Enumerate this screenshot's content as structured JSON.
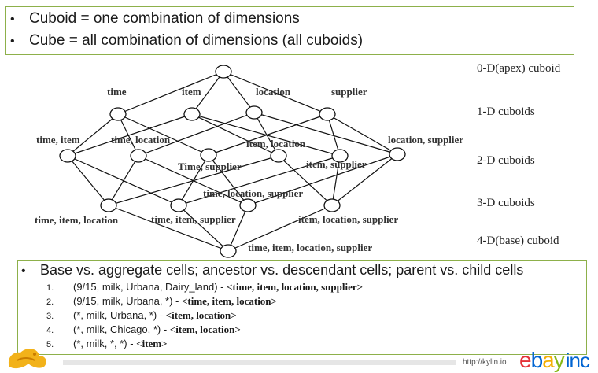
{
  "top_bullets": [
    "Cuboid = one combination of dimensions",
    "Cube = all combination of dimensions  (all cuboids)"
  ],
  "bullet_glyph": "•",
  "levels": [
    "0-D(apex) cuboid",
    "1-D cuboids",
    "2-D cuboids",
    "3-D cuboids",
    "4-D(base) cuboid"
  ],
  "node_labels": {
    "time": "time",
    "item": "item",
    "location": "location",
    "supplier": "supplier",
    "time_item": "time, item",
    "time_location": "time, location",
    "item_location": "item, location",
    "location_supplier": "location, supplier",
    "time_supplier": "Time, supplier",
    "item_supplier": "item, supplier",
    "time_location_supplier": "time, location, supplier",
    "time_item_location": "time, item, location",
    "time_item_supplier": "time, item, supplier",
    "item_location_supplier": "item, location, supplier",
    "all": "time, item, location, supplier"
  },
  "cells_heading": "Base vs. aggregate cells; ancestor vs. descendant cells; parent vs. child cells",
  "cells": [
    {
      "num": "1.",
      "cell": "(9/15, milk, Urbana, Dairy_land)  - ",
      "cuboid": "<time, item, location, supplier>"
    },
    {
      "num": "2.",
      "cell": "(9/15, milk, Urbana, *)  - ",
      "cuboid": "<time, item, location>"
    },
    {
      "num": "3.",
      "cell": "(*, milk, Urbana, *)  - ",
      "cuboid": "<item, location>"
    },
    {
      "num": "4.",
      "cell": "(*, milk, Chicago, *) - ",
      "cuboid": "<item, location>"
    },
    {
      "num": "5.",
      "cell": "(*, milk, *, *)  - ",
      "cuboid": "<item>"
    }
  ],
  "footer": {
    "url": "http://kylin.io",
    "logo_e": "e",
    "logo_b": "b",
    "logo_a": "a",
    "logo_y": "y",
    "logo_inc": "inc"
  },
  "colors": {
    "box_border": "#8db04a",
    "edge": "#111111"
  }
}
